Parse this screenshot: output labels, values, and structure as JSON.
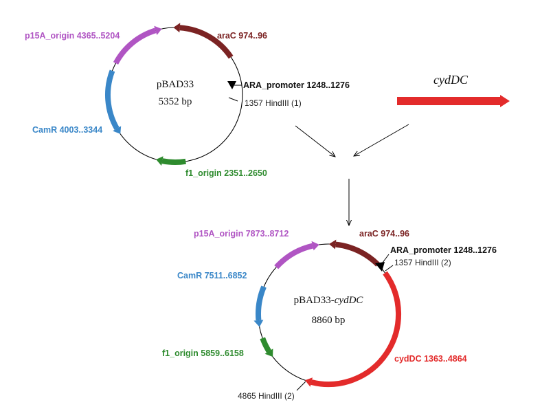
{
  "colors": {
    "araC": "#7b2323",
    "p15A": "#b055c3",
    "CamR": "#3a87c8",
    "f1": "#2e8b2e",
    "cydDC": "#e32b2b",
    "promoter": "#000000",
    "backbone": "#000000"
  },
  "insert": {
    "title": "cydDC"
  },
  "plasmid1": {
    "name": "pBAD33",
    "size": "5352 bp",
    "features": {
      "araC": "araC 974..96",
      "p15A": "p15A_origin 4365..5204",
      "CamR": "CamR 4003..3344",
      "f1": "f1_origin 2351..2650",
      "promoter": "ARA_promoter 1248..1276"
    },
    "sites": {
      "hindIII_1": "1357 HindIII (1)"
    }
  },
  "plasmid2": {
    "name_prefix": "pBAD33-",
    "name_italic": "cydDC",
    "size": "8860 bp",
    "features": {
      "araC": "araC 974..96",
      "p15A": "p15A_origin 7873..8712",
      "CamR": "CamR 7511..6852",
      "f1": "f1_origin 5859..6158",
      "promoter": "ARA_promoter 1248..1276",
      "cydDC": "cydDC 1363..4864"
    },
    "sites": {
      "hindIII_2a": "1357 HindIII (2)",
      "hindIII_2b": "4865 HindIII (2)"
    }
  }
}
